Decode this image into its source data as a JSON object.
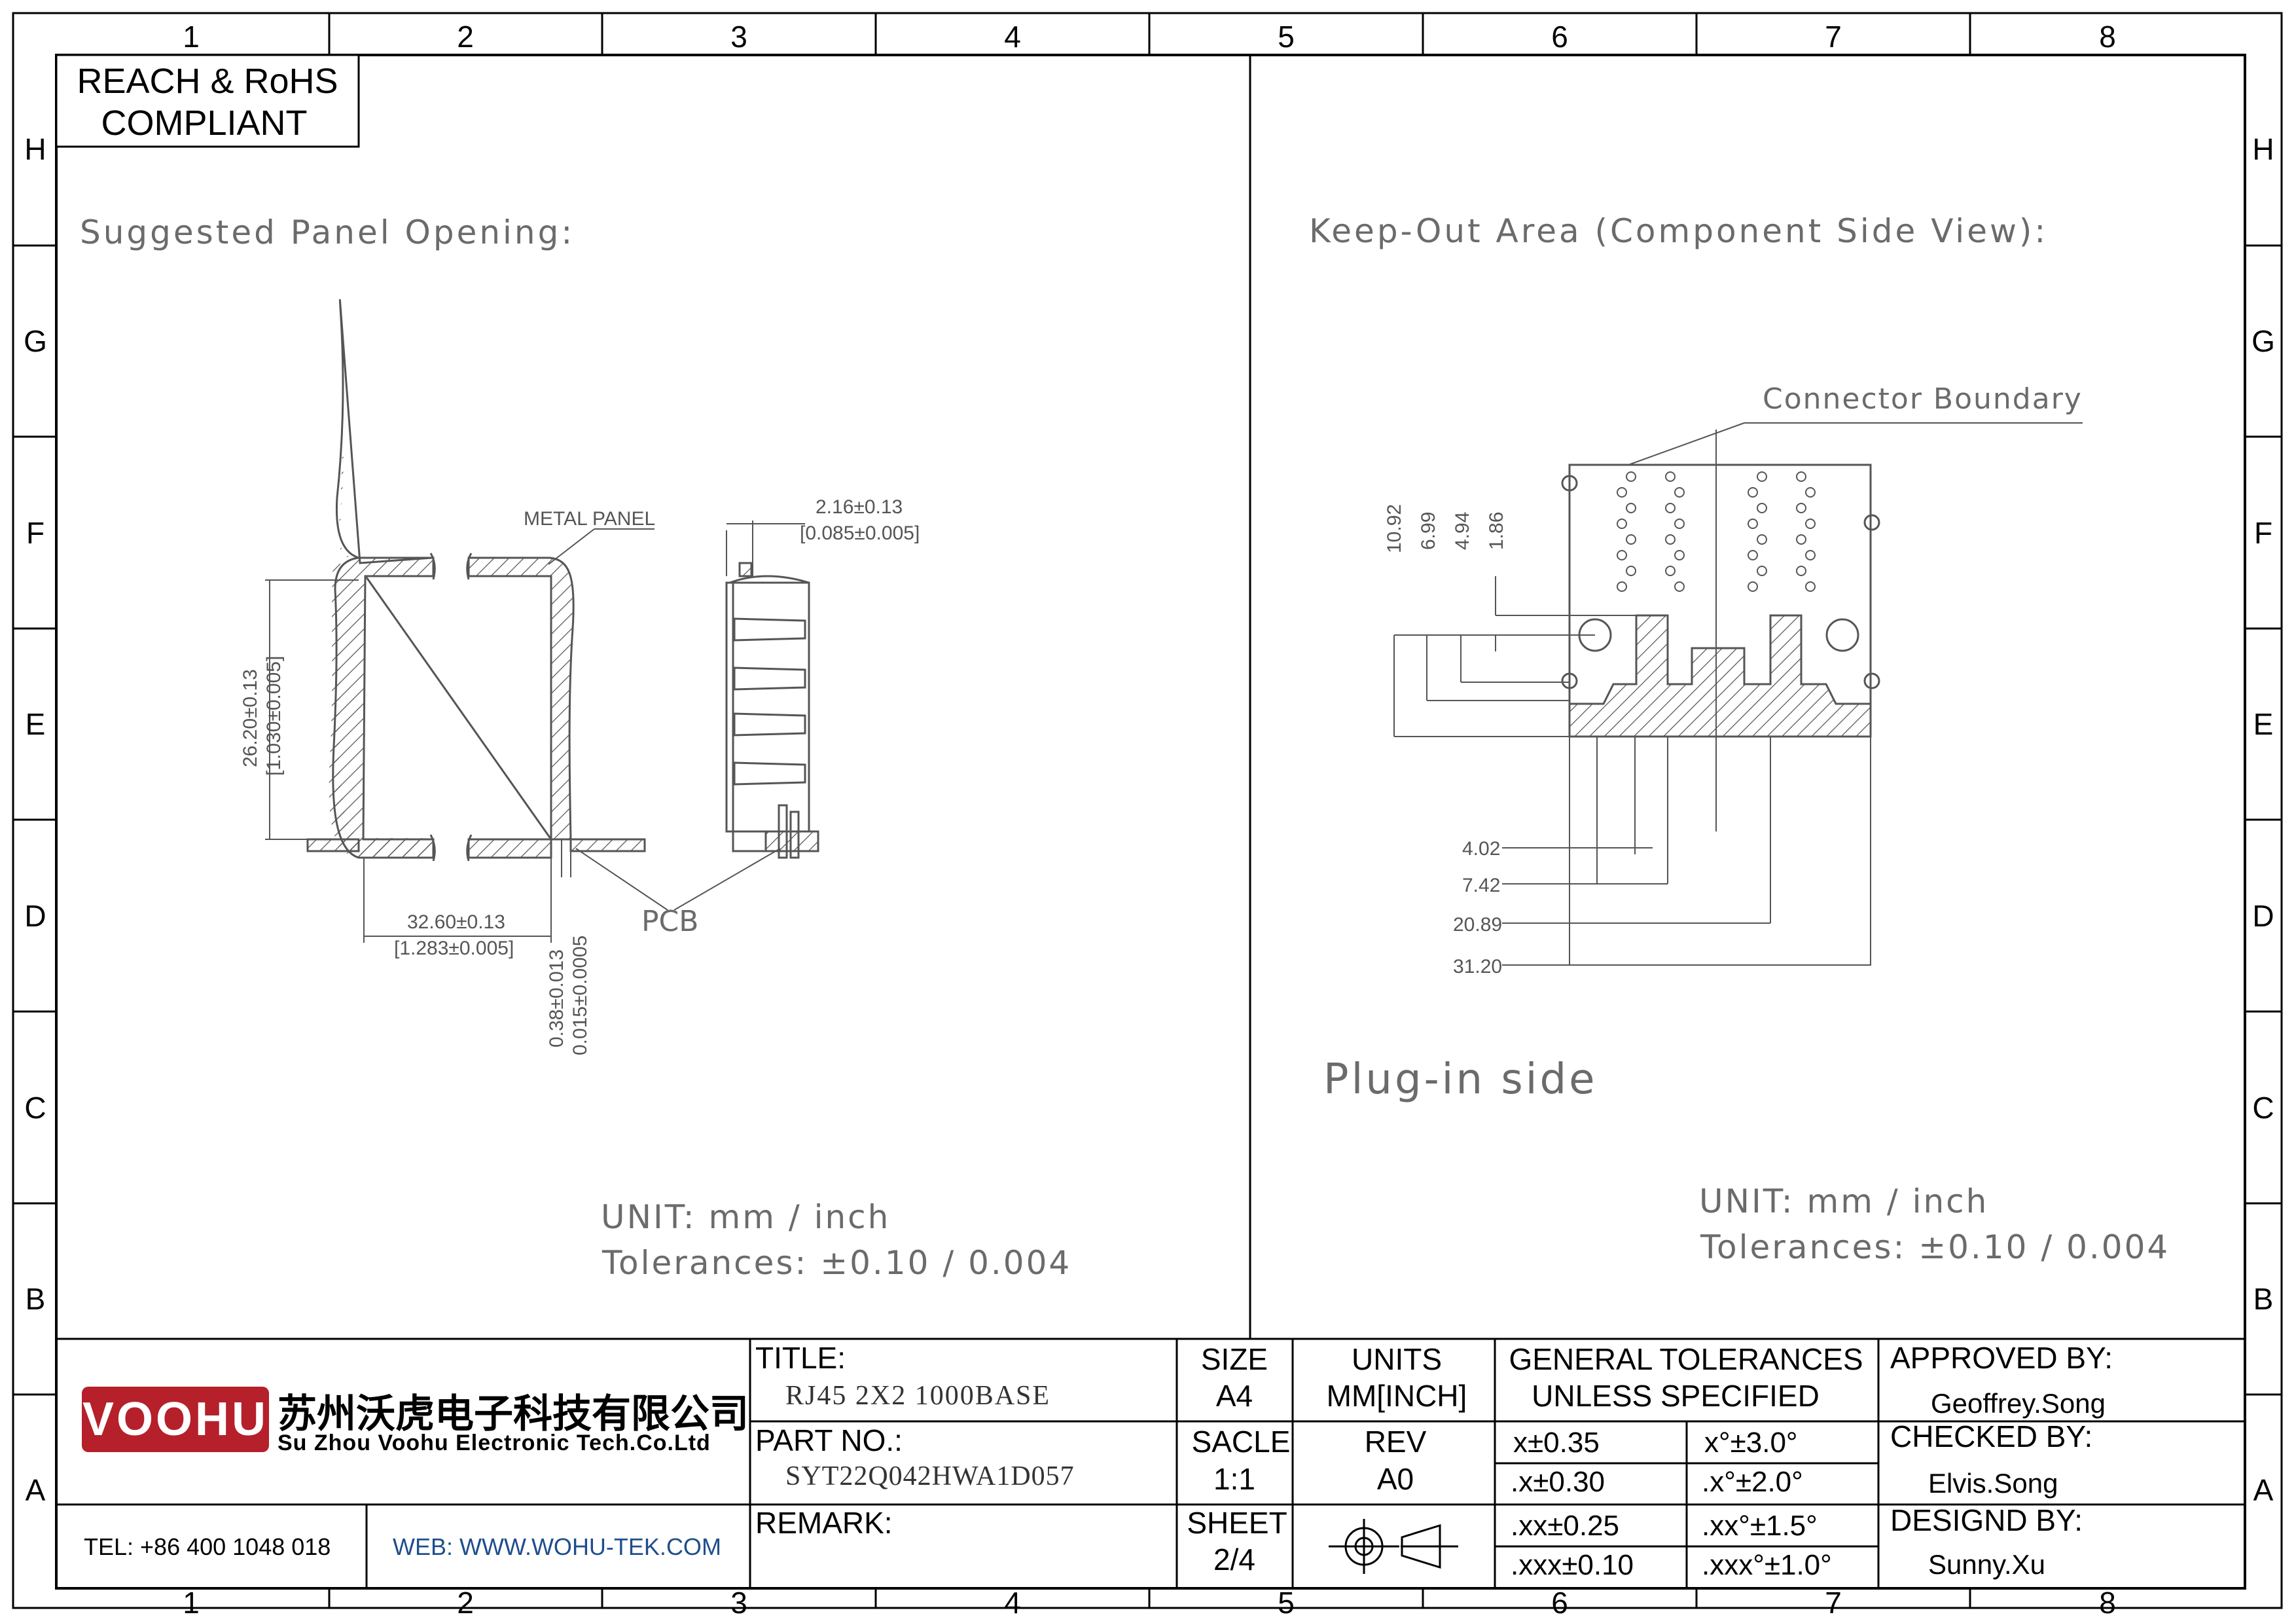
{
  "compliance": {
    "line1": "REACH & RoHS",
    "line2": "COMPLIANT"
  },
  "grid": {
    "columns": [
      "1",
      "2",
      "3",
      "4",
      "5",
      "6",
      "7",
      "8"
    ],
    "rows": [
      "H",
      "G",
      "F",
      "E",
      "D",
      "C",
      "B",
      "A"
    ]
  },
  "left_view": {
    "heading": "Suggested Panel Opening:",
    "metal_panel_label": "METAL PANEL",
    "pcb_label": "PCB",
    "dims": {
      "height_mm": "26.20±0.13",
      "height_in": "[1.030±0.005]",
      "width_mm": "32.60±0.13",
      "width_in": "[1.283±0.005]",
      "thickness_mm": "0.38±0.013",
      "thickness_in": "0.015±0.0005",
      "panel_mm": "2.16±0.13",
      "panel_in": "[0.085±0.005]"
    },
    "unit": "UNIT:  mm  /  inch",
    "tolerances": "Tolerances:  ±0.10  /  0.004"
  },
  "right_view": {
    "heading": "Keep-Out Area (Component Side View):",
    "boundary_label": "Connector Boundary",
    "vertical_dims": [
      "10.92",
      "6.99",
      "4.94",
      "1.86"
    ],
    "horizontal_dims": [
      "4.02",
      "7.42",
      "20.89",
      "31.20"
    ],
    "plug_side": "Plug-in  side",
    "unit": "UNIT:  mm  /  inch",
    "tolerances": "Tolerances:  ±0.10  /  0.004"
  },
  "title_block": {
    "logo_text": "VOOHU",
    "company_cn": "苏州沃虎电子科技有限公司",
    "company_en": "Su Zhou Voohu Electronic Tech.Co.Ltd",
    "tel": "TEL: +86 400 1048 018",
    "web": "WEB: WWW.WOHU-TEK.COM",
    "title_label": "TITLE:",
    "title_value": "RJ45 2X2 1000BASE",
    "part_label": "PART NO.:",
    "part_value": "SYT22Q042HWA1D057",
    "remark_label": "REMARK:",
    "size_label": "SIZE",
    "size_value": "A4",
    "units_label": "UNITS",
    "units_value": "MM[INCH]",
    "scale_label": "SACLE",
    "scale_value": "1:1",
    "rev_label": "REV",
    "rev_value": "A0",
    "sheet_label": "SHEET",
    "sheet_value": "2/4",
    "gen_tol_1": "GENERAL TOLERANCES",
    "gen_tol_2": "UNLESS SPECIFIED",
    "tol_rows": [
      [
        "x±0.35",
        "x°±3.0°"
      ],
      [
        ".x±0.30",
        ".x°±2.0°"
      ],
      [
        ".xx±0.25",
        ".xx°±1.5°"
      ],
      [
        ".xxx±0.10",
        ".xxx°±1.0°"
      ]
    ],
    "approved_label": "APPROVED BY:",
    "approved_value": "Geoffrey.Song",
    "checked_label": "CHECKED BY:",
    "checked_value": "Elvis.Song",
    "design_label": "DESIGND BY:",
    "design_value": "Sunny.Xu"
  },
  "colors": {
    "logo_red": "#b5202a",
    "web_blue": "#1f4e8c",
    "line": "#000000",
    "drawing": "#555555"
  }
}
